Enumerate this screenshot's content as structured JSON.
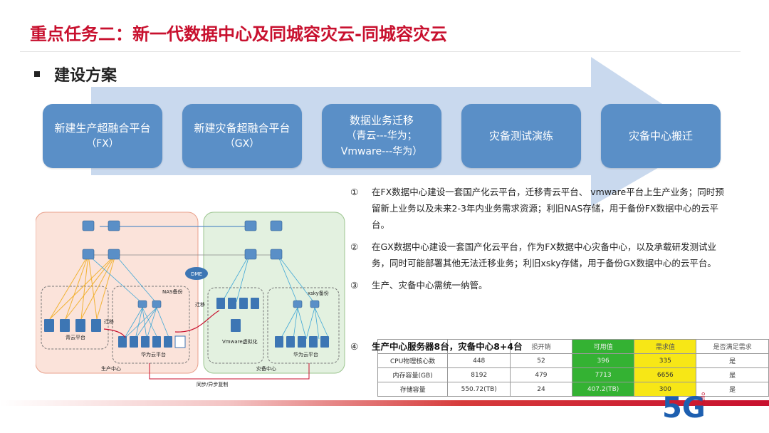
{
  "title": "重点任务二：新一代数据中心及同城容灾云-同城容灾云",
  "section": "建设方案",
  "steps": [
    {
      "line1": "新建生产超融合平台",
      "line2": "（FX）",
      "line3": ""
    },
    {
      "line1": "新建灾备超融合平台",
      "line2": "（GX）",
      "line3": ""
    },
    {
      "line1": "数据业务迁移",
      "line2": "（青云---华为；",
      "line3": "Vmware---华为）"
    },
    {
      "line1": "灾备测试演练",
      "line2": "",
      "line3": ""
    },
    {
      "line1": "灾备中心搬迁",
      "line2": "",
      "line3": ""
    }
  ],
  "notes": [
    {
      "num": "①",
      "text": "在FX数据中心建设一套国产化云平台，迁移青云平台、 vmware平台上生产业务；同时预留新上业务以及未来2-3年内业务需求资源；利旧NAS存储，用于备份FX数据中心的云平台。"
    },
    {
      "num": "②",
      "text": "在GX数据中心建设一套国产化云平台，作为FX数据中心灾备中心，以及承载研发测试业务，同时可能部署其他无法迁移业务；利旧xsky存储，用于备份GX数据中心的云平台。"
    },
    {
      "num": "③",
      "text": "生产、灾备中心需统一纳管。"
    },
    {
      "num": "④",
      "text": "生产中心服务器8台，灾备中心8+4台"
    }
  ],
  "diagram": {
    "left_site": "生产中心",
    "right_site": "灾备中心",
    "qingyun": "青云平台",
    "huawei_left": "华为云平台",
    "huawei_right": "华为云平台",
    "vmware": "Vmware虚拟化",
    "nas": "NAS备份",
    "xsky": "xsky备份",
    "migrate_left": "迁移",
    "migrate_right": "迁移",
    "dme": "DME",
    "sync": "同步/异步复制"
  },
  "table": {
    "headers": [
      "",
      "",
      "损开销",
      "可用值",
      "需求值",
      "是否满足需求"
    ],
    "rows": [
      [
        "CPU物理核心数",
        "448",
        "52",
        "396",
        "335",
        "是"
      ],
      [
        "内存容量(GB)",
        "8192",
        "479",
        "7713",
        "6656",
        "是"
      ],
      [
        "存储容量",
        "550.72(TB)",
        "24",
        "407.2(TB)",
        "300",
        "是"
      ]
    ]
  },
  "logo": {
    "text": "5G",
    "sub": "hello"
  },
  "colors": {
    "title": "#c8102e",
    "step": "#5a8fc7",
    "arrow": "#c9d9ee",
    "green": "#34b233",
    "yellow": "#f7e716"
  }
}
